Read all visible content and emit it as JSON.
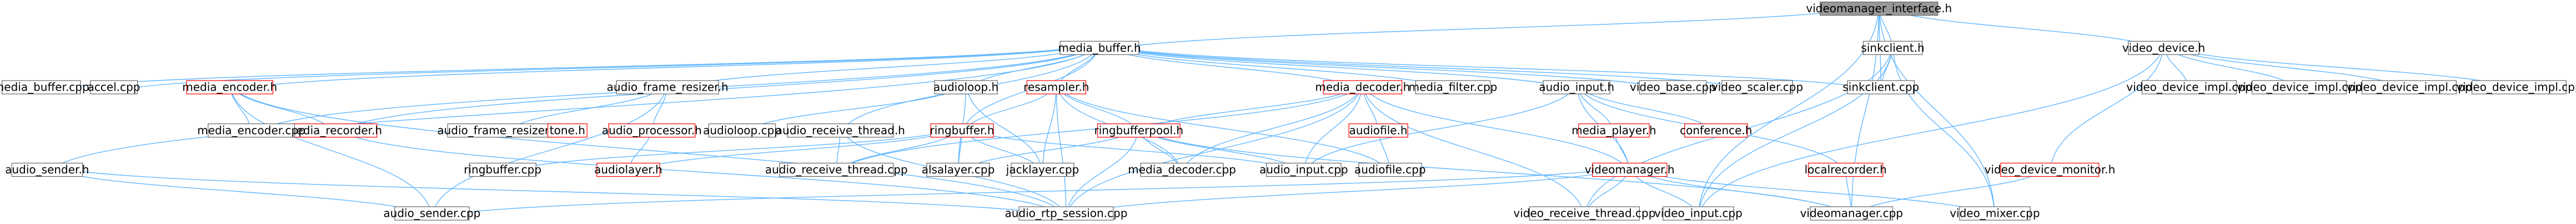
{
  "colors": {
    "focus_fill": "#999999",
    "normal_fill": "#ffffff",
    "normal_border": "#666666",
    "highlight_border": "#ff0000",
    "edge": "#63b8ff",
    "text": "#000000"
  },
  "nodes": {
    "videomanager_interface_h": "videomanager_interface.h",
    "media_buffer_h": "media_buffer.h",
    "sinkclient_h": "sinkclient.h",
    "video_device_h": "video_device.h",
    "media_buffer_cpp": "media_buffer.cpp",
    "accel_cpp": "accel.cpp",
    "media_encoder_h": "media_encoder.h",
    "media_recorder_h": "media_recorder.h",
    "media_encoder_cpp": "media_encoder.cpp",
    "audio_frame_resizer_h": "audio_frame_resizer.h",
    "audio_frame_resizer_cpp": "audio_frame_resizer.cpp",
    "tone_h": "tone.h",
    "audio_processor_h": "audio_processor.h",
    "audioloop_h": "audioloop.h",
    "audioloop_cpp": "audioloop.cpp",
    "resampler_h": "resampler.h",
    "audio_receive_thread_h": "audio_receive_thread.h",
    "ringbuffer_h": "ringbuffer.h",
    "ringbuffer_cpp": "ringbuffer.cpp",
    "audiolayer_h": "audiolayer.h",
    "audio_receive_thread_cpp": "audio_receive_thread.cpp",
    "alsalayer_cpp": "alsalayer.cpp",
    "jacklayer_cpp": "jacklayer.cpp",
    "media_decoder_h": "media_decoder.h",
    "ringbufferpool_h": "ringbufferpool.h",
    "audiofile_h": "audiofile.h",
    "audiofile_cpp": "audiofile.cpp",
    "media_decoder_cpp": "media_decoder.cpp",
    "audio_input_cpp": "audio_input.cpp",
    "media_filter_cpp": "media_filter.cpp",
    "audio_input_h": "audio_input.h",
    "media_player_h": "media_player.h",
    "conference_h": "conference.h",
    "localrecorder_h": "localrecorder.h",
    "videomanager_h": "videomanager.h",
    "video_base_cpp": "video_base.cpp",
    "video_scaler_cpp": "video_scaler.cpp",
    "sinkclient_cpp": "sinkclient.cpp",
    "video_receive_thread_cpp": "video_receive_thread.cpp",
    "video_input_cpp": "video_input.cpp",
    "videomanager_cpp": "videomanager.cpp",
    "video_mixer_cpp": "video_mixer.cpp",
    "audio_sender_h": "audio_sender.h",
    "audio_sender_cpp": "audio_sender.cpp",
    "audio_rtp_session_cpp": "audio_rtp_session.cpp",
    "video_device_impl_cpp_1": "video_device_impl.cpp",
    "video_device_impl_cpp_2": "video_device_impl.cpp",
    "video_device_impl_cpp_3": "video_device_impl.cpp",
    "video_device_impl_cpp_4": "video_device_impl.cpp",
    "video_device_monitor_h": "video_device_monitor.h"
  }
}
